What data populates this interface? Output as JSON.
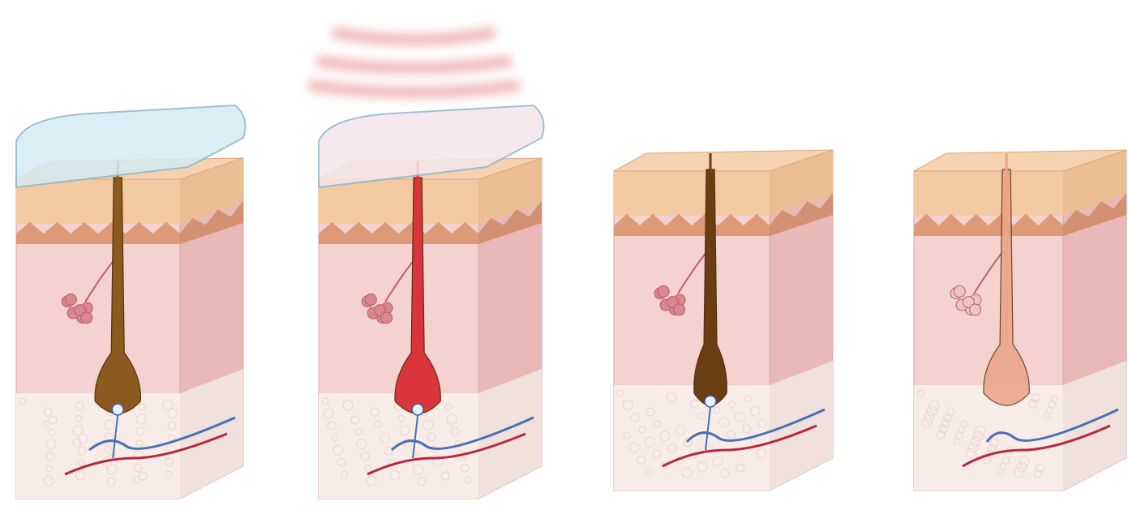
{
  "panels": [
    {
      "stage": "gel-applied",
      "hair_pigment": "dark-brown",
      "gel_pad": true,
      "energy_waves": false
    },
    {
      "stage": "light-absorbed",
      "hair_pigment": "red-heated",
      "gel_pad": true,
      "energy_waves": true
    },
    {
      "stage": "follicle-damaged",
      "hair_pigment": "dark-brown-shrinking",
      "gel_pad": false,
      "energy_waves": false
    },
    {
      "stage": "follicle-inactive",
      "hair_pigment": "pale",
      "gel_pad": false,
      "energy_waves": false
    }
  ],
  "colors": {
    "background": "#ffffff",
    "epidermis": "#f2c9a0",
    "epidermis_edge": "#d98f6a",
    "dermis": "#f3d2cf",
    "dermis_side": "#e8b9b6",
    "fat": "#f7ece8",
    "gel": "#d4ecf4",
    "gel_outline": "#8fb6c8",
    "hair_brown": "#8a5a1e",
    "hair_brown_dark": "#6b3d12",
    "hair_red": "#d9353b",
    "hair_pale": "#eba486",
    "gland": "#d9868c",
    "vein": "#4a6fb5",
    "artery": "#b8283a",
    "wave": "#e89598"
  }
}
